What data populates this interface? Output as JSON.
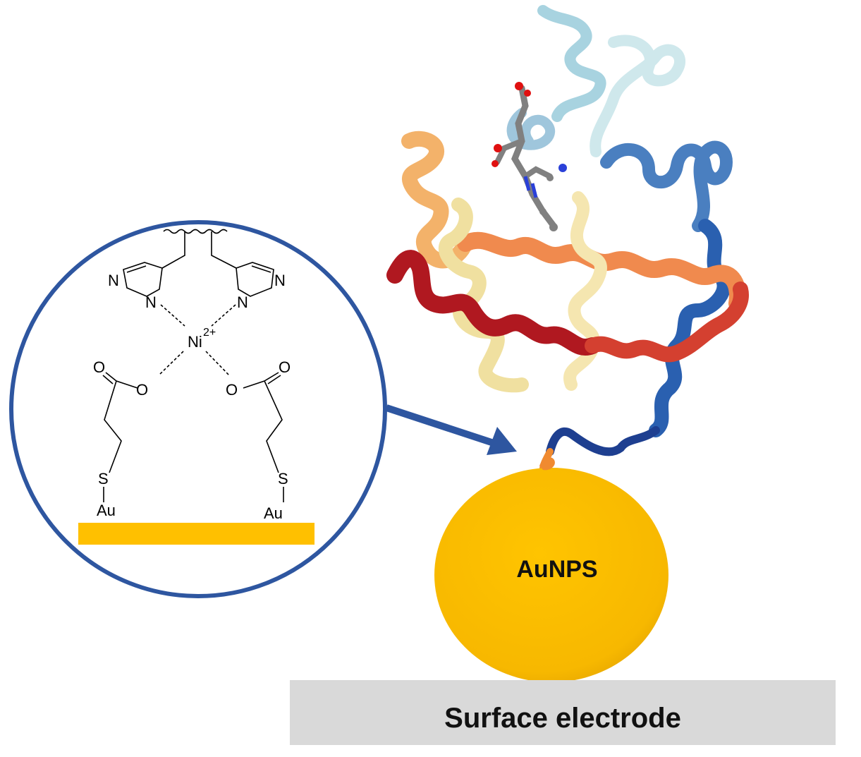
{
  "labels": {
    "nanoparticle": "AuNPS",
    "electrode": "Surface electrode"
  },
  "chem_atoms": {
    "imidazole_left_N1": "N",
    "imidazole_left_N3": "N",
    "imidazole_right_N1": "N",
    "imidazole_right_N3": "N",
    "metal": "Ni",
    "metal_charge": "2+",
    "carbonyl_left_O": "O",
    "ester_left_O": "O",
    "carbonyl_right_O": "O",
    "ester_right_O": "O",
    "sulfur_left": "S",
    "sulfur_right": "S",
    "gold_left": "Au",
    "gold_right": "Au"
  },
  "colors": {
    "circle_outline": "#2e56a0",
    "arrow": "#2e56a0",
    "gold_bar": "#ffc000",
    "nanoparticle": "#ffc000",
    "electrode": "#d9d9d9",
    "tag": "#f08a30",
    "carbon_atom": "#808080",
    "oxygen_atom": "#e01010",
    "nitrogen_atom": "#2a40d8"
  },
  "protein_helix_colors": [
    "#a8d3e0",
    "#cfe8ec",
    "#f3b26a",
    "#f08a4e",
    "#f0e0a0",
    "#d44030",
    "#b01820",
    "#4a7fc0",
    "#2a60b0",
    "#1e3f90"
  ]
}
